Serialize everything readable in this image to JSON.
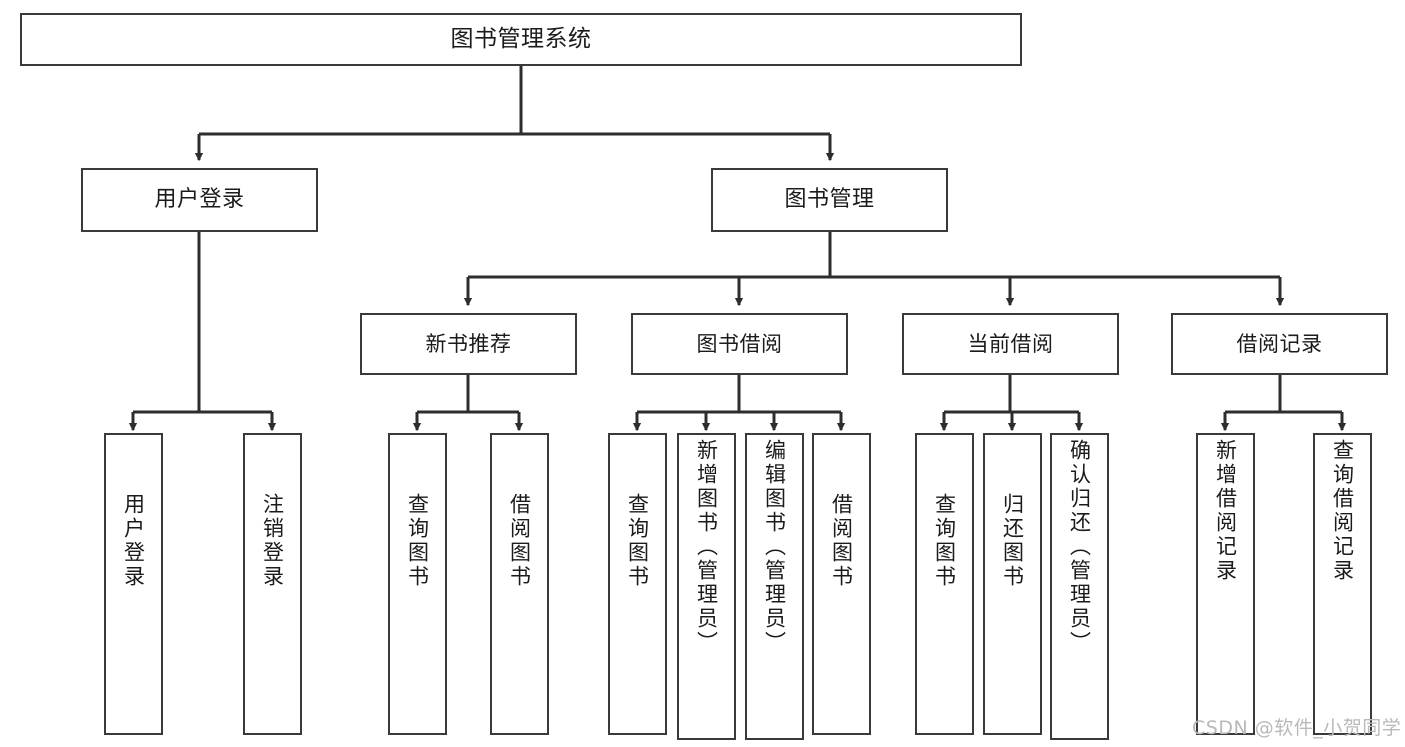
{
  "diagram": {
    "title": "图书管理系统",
    "root": {
      "label": "图书管理系统"
    },
    "level2": [
      {
        "label": "用户登录"
      },
      {
        "label": "图书管理"
      }
    ],
    "level3": [
      {
        "label": "新书推荐"
      },
      {
        "label": "图书借阅"
      },
      {
        "label": "当前借阅"
      },
      {
        "label": "借阅记录"
      }
    ],
    "leaves": {
      "user_login": [
        {
          "label": "用户登录"
        },
        {
          "label": "注销登录"
        }
      ],
      "new_book_recommend": [
        {
          "label": "查询图书"
        },
        {
          "label": "借阅图书"
        }
      ],
      "book_borrow": [
        {
          "label": "查询图书"
        },
        {
          "label": "新增图书（管理员）"
        },
        {
          "label": "编辑图书（管理员）"
        },
        {
          "label": "借阅图书"
        }
      ],
      "current_borrow": [
        {
          "label": "查询图书"
        },
        {
          "label": "归还图书"
        },
        {
          "label": "确认归还（管理员）"
        }
      ],
      "borrow_record": [
        {
          "label": "新增借阅记录"
        },
        {
          "label": "查询借阅记录"
        }
      ]
    },
    "watermark": "CSDN @软件_小贺同学",
    "colors": {
      "stroke": "#3a3a3a",
      "text": "#1b1b1b",
      "background": "#ffffff",
      "watermark": "#b9b9b9"
    }
  },
  "chart_data": {
    "type": "diagram",
    "title": "图书管理系统",
    "orientation": "top-down-tree",
    "nodes": [
      {
        "id": "root",
        "label": "图书管理系统",
        "level": 1
      },
      {
        "id": "user-login",
        "label": "用户登录",
        "level": 2
      },
      {
        "id": "book-manage",
        "label": "图书管理",
        "level": 2
      },
      {
        "id": "new-book",
        "label": "新书推荐",
        "level": 3
      },
      {
        "id": "book-borrow",
        "label": "图书借阅",
        "level": 3
      },
      {
        "id": "current-borrow",
        "label": "当前借阅",
        "level": 3
      },
      {
        "id": "borrow-record",
        "label": "借阅记录",
        "level": 3
      },
      {
        "id": "ul-1",
        "label": "用户登录",
        "level": 4
      },
      {
        "id": "ul-2",
        "label": "注销登录",
        "level": 4
      },
      {
        "id": "nb-1",
        "label": "查询图书",
        "level": 4
      },
      {
        "id": "nb-2",
        "label": "借阅图书",
        "level": 4
      },
      {
        "id": "bb-1",
        "label": "查询图书",
        "level": 4
      },
      {
        "id": "bb-2",
        "label": "新增图书（管理员）",
        "level": 4
      },
      {
        "id": "bb-3",
        "label": "编辑图书（管理员）",
        "level": 4
      },
      {
        "id": "bb-4",
        "label": "借阅图书",
        "level": 4
      },
      {
        "id": "cb-1",
        "label": "查询图书",
        "level": 4
      },
      {
        "id": "cb-2",
        "label": "归还图书",
        "level": 4
      },
      {
        "id": "cb-3",
        "label": "确认归还（管理员）",
        "level": 4
      },
      {
        "id": "br-1",
        "label": "新增借阅记录",
        "level": 4
      },
      {
        "id": "br-2",
        "label": "查询借阅记录",
        "level": 4
      }
    ],
    "edges": [
      [
        "root",
        "user-login"
      ],
      [
        "root",
        "book-manage"
      ],
      [
        "user-login",
        "ul-1"
      ],
      [
        "user-login",
        "ul-2"
      ],
      [
        "book-manage",
        "new-book"
      ],
      [
        "book-manage",
        "book-borrow"
      ],
      [
        "book-manage",
        "current-borrow"
      ],
      [
        "book-manage",
        "borrow-record"
      ],
      [
        "new-book",
        "nb-1"
      ],
      [
        "new-book",
        "nb-2"
      ],
      [
        "book-borrow",
        "bb-1"
      ],
      [
        "book-borrow",
        "bb-2"
      ],
      [
        "book-borrow",
        "bb-3"
      ],
      [
        "book-borrow",
        "bb-4"
      ],
      [
        "current-borrow",
        "cb-1"
      ],
      [
        "current-borrow",
        "cb-2"
      ],
      [
        "current-borrow",
        "cb-3"
      ],
      [
        "borrow-record",
        "br-1"
      ],
      [
        "borrow-record",
        "br-2"
      ]
    ]
  }
}
